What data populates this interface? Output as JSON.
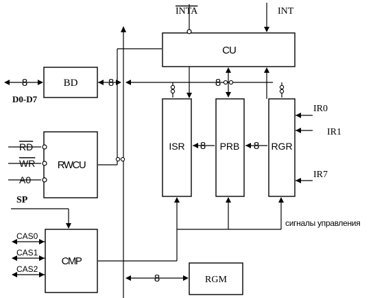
{
  "blocks": {
    "bd": "BD",
    "rwcu": "RWCU",
    "cmp": "CMP",
    "cu": "CU",
    "isr": "ISR",
    "prb": "PRB",
    "rgr": "RGR",
    "rgm": "RGM"
  },
  "signals": {
    "inta": "INTA",
    "int": "INT",
    "d0_d7": "D0-D7",
    "rd": "RD",
    "wr": "WR",
    "a0": "A0",
    "sp": "SP",
    "cas0": "CAS0",
    "cas1": "CAS1",
    "cas2": "CAS2",
    "ir0": "IR0",
    "ir1": "IR1",
    "ir7": "IR7",
    "control_signals": "сигналы управления"
  },
  "bus_width": "8"
}
